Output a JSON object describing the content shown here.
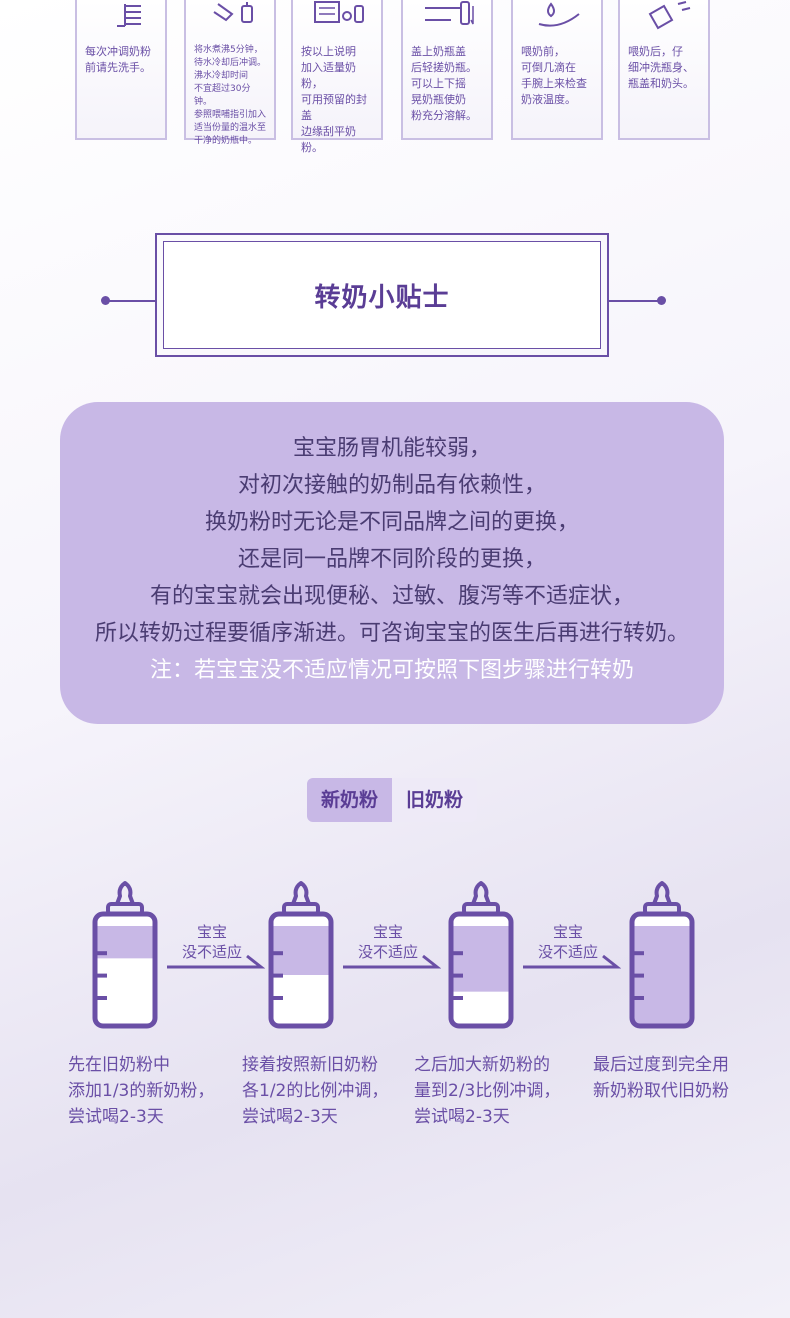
{
  "prep_steps": [
    {
      "icon": "hand-wash-icon",
      "text": "每次冲调奶粉\n前请先洗手。"
    },
    {
      "icon": "kettle-bottle-icon",
      "text": "将水煮沸5分钟，\n待水冷却后冲调。\n沸水冷却时间\n不宜超过30分钟。\n参照喂哺指引加入\n适当份量的温水至\n干净的奶瓶中。"
    },
    {
      "icon": "scoop-tin-icon",
      "text": "按以上说明\n加入适量奶粉，\n可用预留的封盖\n边缘刮平奶粉。"
    },
    {
      "icon": "shake-bottle-icon",
      "text": "盖上奶瓶盖\n后轻搓奶瓶。\n可以上下摇\n晃奶瓶使奶\n粉充分溶解。"
    },
    {
      "icon": "wrist-drop-icon",
      "text": "喂奶前，\n可倒几滴在\n手腕上来检查\n奶液温度。"
    },
    {
      "icon": "clean-bottle-icon",
      "text": "喂奶后，仔\n细冲洗瓶身、\n瓶盖和奶头。"
    }
  ],
  "section_title": "转奶小贴士",
  "tip": {
    "lines": [
      "宝宝肠胃机能较弱，",
      "对初次接触的奶制品有依赖性，",
      "换奶粉时无论是不同品牌之间的更换，",
      "还是同一品牌不同阶段的更换，",
      "有的宝宝就会出现便秘、过敏、腹泻等不适症状，",
      "所以转奶过程要循序渐进。可咨询宝宝的医生后再进行转奶。"
    ],
    "note": "注：若宝宝没不适应情况可按照下图步骤进行转奶"
  },
  "legend": {
    "new_label": "新奶粉",
    "old_label": "旧奶粉"
  },
  "colors": {
    "new_formula": "#c8b8e6",
    "old_formula": "#ffffff",
    "outline": "#6a4fa6"
  },
  "transition": {
    "bottles": [
      {
        "new_fraction": 0.33
      },
      {
        "new_fraction": 0.5
      },
      {
        "new_fraction": 0.67
      },
      {
        "new_fraction": 1.0
      }
    ],
    "arrow_label_line1": "宝宝",
    "arrow_label_line2": "没不适应",
    "steps": [
      "先在旧奶粉中\n添加1/3的新奶粉，\n尝试喝2-3天",
      "接着按照新旧奶粉\n各1/2的比例冲调，\n尝试喝2-3天",
      "之后加大新奶粉的\n量到2/3比例冲调，\n尝试喝2-3天",
      "最后过度到完全用\n新奶粉取代旧奶粉"
    ]
  }
}
